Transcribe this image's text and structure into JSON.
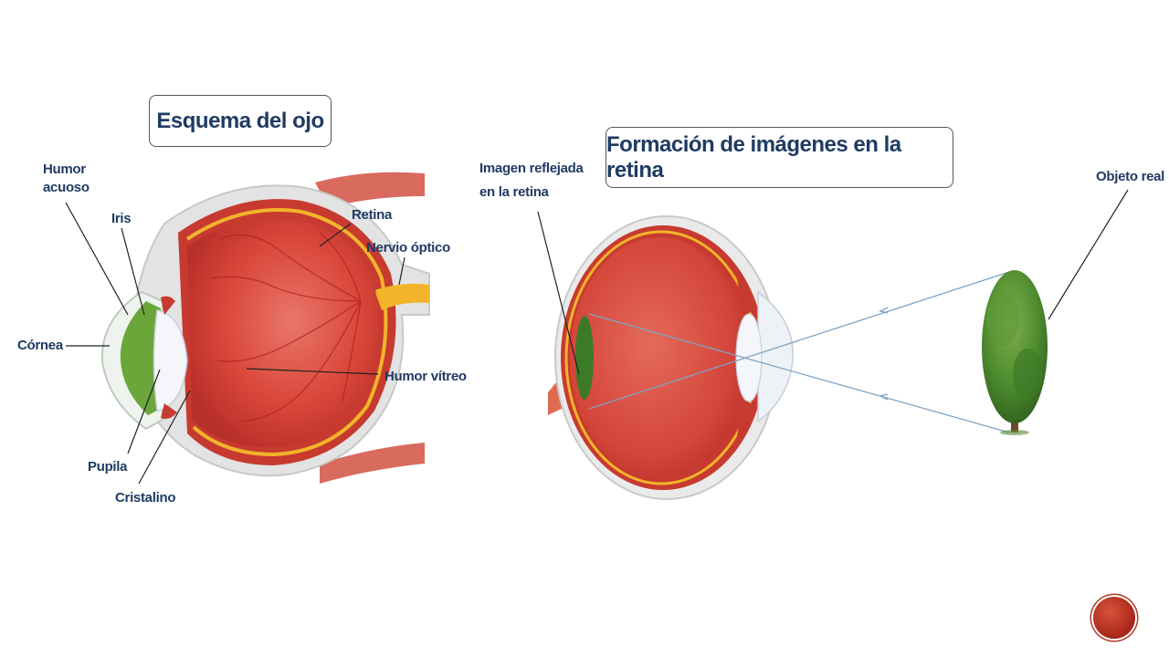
{
  "diagram_left": {
    "title": "Esquema del ojo",
    "labels": {
      "humor_acuoso": "Humor\nacuoso",
      "iris": "Iris",
      "retina": "Retina",
      "nervio_optico": "Nervio óptico",
      "cornea": "Córnea",
      "humor_vitreo": "Humor vítreo",
      "pupila": "Pupila",
      "cristalino": "Cristalino"
    }
  },
  "diagram_right": {
    "title": "Formación de imágenes en la retina",
    "labels": {
      "imagen_reflejada": "Imagen reflejada\nen la retina",
      "objeto_real": "Objeto real"
    }
  },
  "colors": {
    "label_text": "#1f3b63",
    "eye_red": "#d94a3a",
    "retina_yellow": "#f2b42a",
    "sclera": "#e6e6e6",
    "iris_green": "#6aa63a",
    "nav_button": "#b23a2a"
  }
}
